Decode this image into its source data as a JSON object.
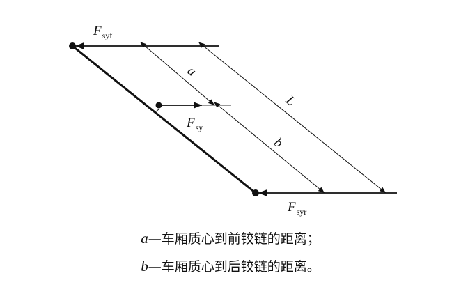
{
  "labels": {
    "f_front": {
      "main": "F",
      "sub": "syf"
    },
    "f_center": {
      "main": "F",
      "sub": "sy"
    },
    "f_rear": {
      "main": "F",
      "sub": "syr"
    },
    "dim_a": "a",
    "dim_b": "b",
    "dim_L": "L"
  },
  "captions": [
    {
      "symbol": "a",
      "text": "—车厢质心到前铰链的距离；"
    },
    {
      "symbol": "b",
      "text": "—车厢质心到后铰链的距离。"
    }
  ]
}
